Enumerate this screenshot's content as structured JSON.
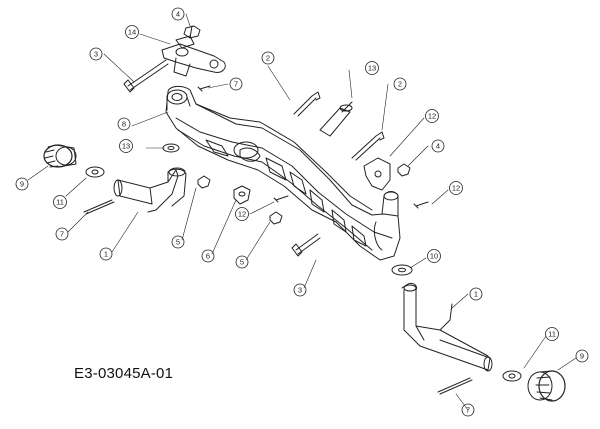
{
  "diagram": {
    "reference_code": "E3-03045A-01",
    "callouts": [
      {
        "id": "c4a",
        "label": "4"
      },
      {
        "id": "c14",
        "label": "14"
      },
      {
        "id": "c3a",
        "label": "3"
      },
      {
        "id": "c7a",
        "label": "7"
      },
      {
        "id": "c2a",
        "label": "2"
      },
      {
        "id": "c13a",
        "label": "13"
      },
      {
        "id": "c2b",
        "label": "2"
      },
      {
        "id": "c8",
        "label": "8"
      },
      {
        "id": "c12a",
        "label": "12"
      },
      {
        "id": "c13b",
        "label": "13"
      },
      {
        "id": "c4b",
        "label": "4"
      },
      {
        "id": "c9a",
        "label": "9"
      },
      {
        "id": "c11a",
        "label": "11"
      },
      {
        "id": "c7b",
        "label": "7"
      },
      {
        "id": "c1a",
        "label": "1"
      },
      {
        "id": "c5a",
        "label": "5"
      },
      {
        "id": "c6",
        "label": "6"
      },
      {
        "id": "c12b",
        "label": "12"
      },
      {
        "id": "c12c",
        "label": "12"
      },
      {
        "id": "c5b",
        "label": "5"
      },
      {
        "id": "c3b",
        "label": "3"
      },
      {
        "id": "c10",
        "label": "10"
      },
      {
        "id": "c1b",
        "label": "1"
      },
      {
        "id": "c11b",
        "label": "11"
      },
      {
        "id": "c9b",
        "label": "9"
      },
      {
        "id": "c7c",
        "label": "7"
      }
    ]
  }
}
